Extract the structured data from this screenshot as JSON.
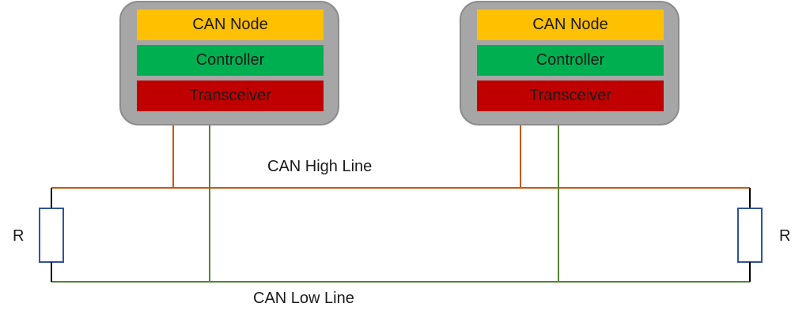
{
  "nodes": [
    {
      "title": "CAN Node",
      "controller": "Controller",
      "transceiver": "Transceiver"
    },
    {
      "title": "CAN Node",
      "controller": "Controller",
      "transceiver": "Transceiver"
    }
  ],
  "bus": {
    "high_label": "CAN High Line",
    "low_label": "CAN Low Line"
  },
  "resistors": {
    "left_label": "R",
    "right_label": "R"
  },
  "colors": {
    "node_body": "#a6a6a6",
    "node_title": "#ffc000",
    "controller": "#00b050",
    "transceiver": "#c00000",
    "high_line": "#c55a11",
    "low_line": "#548235",
    "resistor": "#2f5597"
  }
}
